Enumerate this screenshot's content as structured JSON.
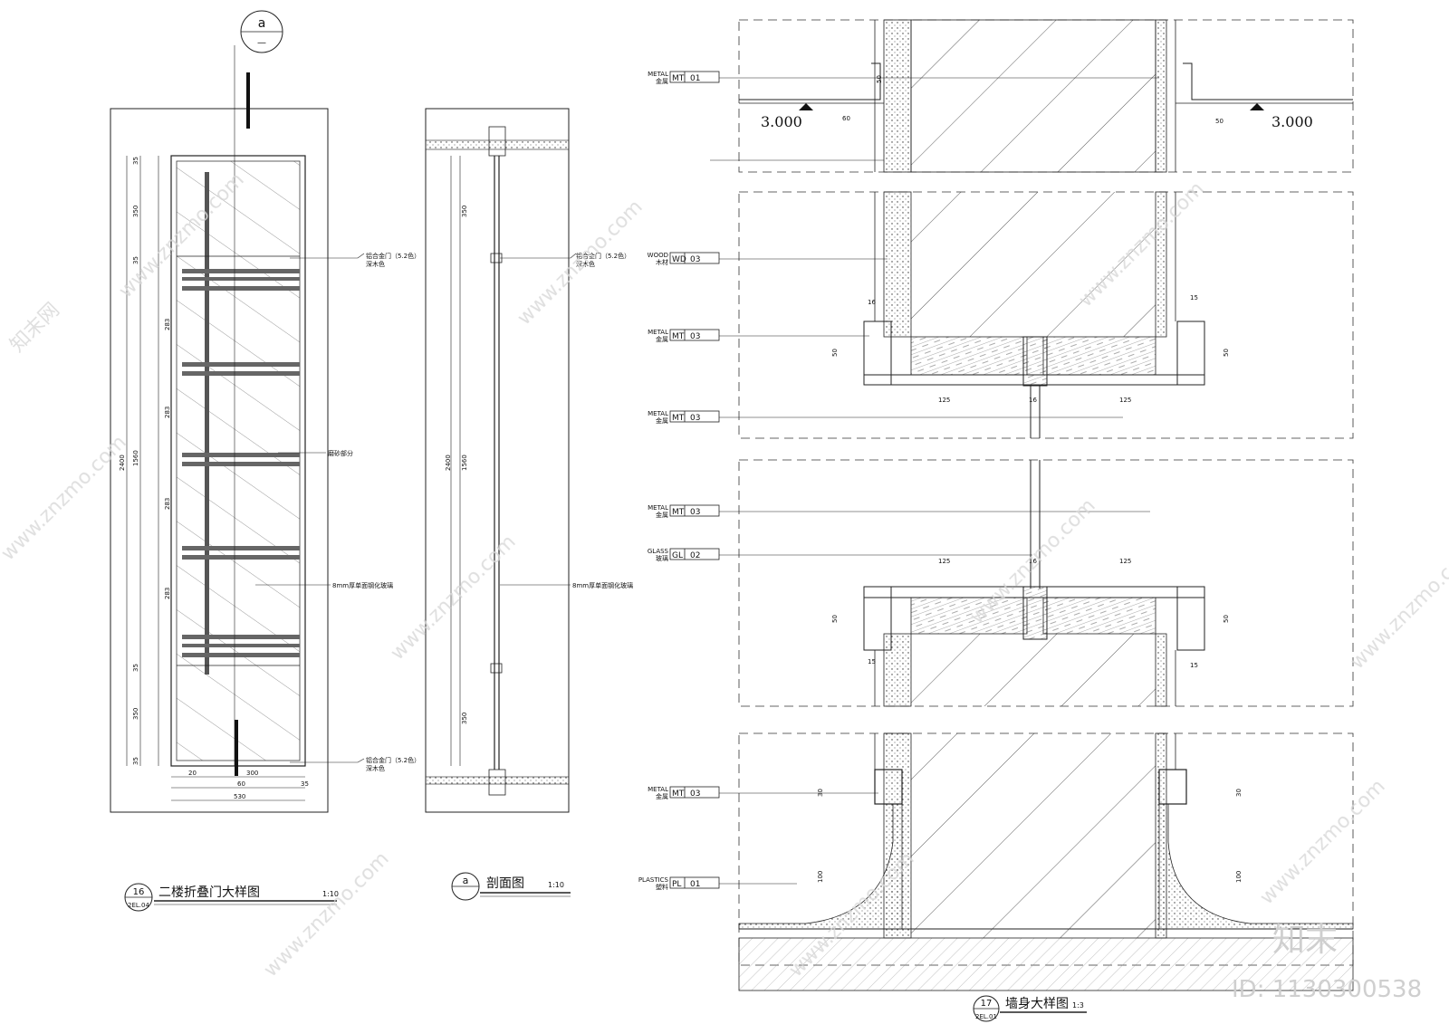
{
  "drawing16": {
    "section_marker": {
      "letter": "a",
      "sub": "—"
    },
    "title": "二楼折叠门大样图",
    "number": "16",
    "sheet": "2EL.04",
    "scale": "1:10",
    "labels": {
      "top_frame": [
        "铝合金门（5.2色）",
        "深木色"
      ],
      "frosted": "磨砂部分",
      "glass": "8mm厚单面钢化玻璃",
      "bottom_frame": [
        "铝合金门（5.2色）",
        "深木色"
      ]
    },
    "dims_left": [
      "35",
      "350",
      "35",
      "2400",
      "1560",
      "283",
      "283",
      "283",
      "283",
      "35",
      "350",
      "35"
    ],
    "dims_bottom": [
      "20",
      "300",
      "60",
      "530",
      "35"
    ]
  },
  "drawing_a": {
    "marker": "a",
    "title": "剖面图",
    "scale": "1:10",
    "labels": {
      "top_frame": [
        "铝合金门（5.2色）",
        "深木色"
      ],
      "glass": "8mm厚单面钢化玻璃"
    },
    "dims": [
      "350",
      "2400",
      "1560",
      "350"
    ]
  },
  "drawing17": {
    "title": "墙身大样图",
    "number": "17",
    "sheet": "2EL.01",
    "scale": "1:3",
    "level_left": "3.000",
    "level_right": "3.000",
    "tags": [
      {
        "en": "METAL",
        "cn": "金属",
        "code": "MT",
        "num": "01"
      },
      {
        "en": "WOOD",
        "cn": "木材",
        "code": "WD",
        "num": "03"
      },
      {
        "en": "METAL",
        "cn": "金属",
        "code": "MT",
        "num": "03"
      },
      {
        "en": "METAL",
        "cn": "金属",
        "code": "MT",
        "num": "03"
      },
      {
        "en": "METAL",
        "cn": "金属",
        "code": "MT",
        "num": "03"
      },
      {
        "en": "GLASS",
        "cn": "玻璃",
        "code": "GL",
        "num": "02"
      },
      {
        "en": "METAL",
        "cn": "金属",
        "code": "MT",
        "num": "03"
      },
      {
        "en": "PLASTICS",
        "cn": "塑料",
        "code": "PL",
        "num": "01"
      }
    ],
    "dims": [
      "50",
      "60",
      "50",
      "16",
      "15",
      "50",
      "50",
      "125",
      "16",
      "125",
      "125",
      "16",
      "125",
      "50",
      "50",
      "15",
      "15",
      "30",
      "100",
      "30",
      "100"
    ]
  },
  "watermark": {
    "site": "www.znzmo.com",
    "cn": "知末网",
    "brand": "知末",
    "id": "ID: 1130300538"
  }
}
